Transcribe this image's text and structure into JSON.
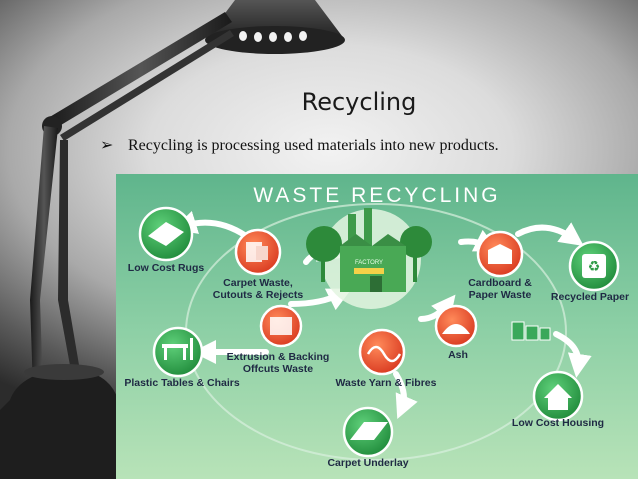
{
  "slide": {
    "title": "Recycling",
    "bullet_symbol": "➢",
    "bullet_text": "Recycling  is processing used  materials into new products."
  },
  "infographic": {
    "heading": "WASTE RECYCLING",
    "factory_sign": "FACTORY",
    "nodes": {
      "low_cost_rugs": "Low Cost Rugs",
      "carpet_waste_1": "Carpet Waste,",
      "carpet_waste_2": "Cutouts & Rejects",
      "cardboard_1": "Cardboard &",
      "cardboard_2": "Paper Waste",
      "recycled_paper": "Recycled Paper",
      "ash": "Ash",
      "extrusion_1": "Extrusion & Backing",
      "extrusion_2": "Offcuts Waste",
      "waste_yarn": "Waste Yarn & Fibres",
      "plastic_tables": "Plastic Tables & Chairs",
      "low_cost_housing": "Low Cost Housing",
      "carpet_underlay": "Carpet Underlay"
    },
    "colors": {
      "background": "#7dc49a",
      "green_node": "#3aa85a",
      "red_node": "#e0523a"
    }
  }
}
